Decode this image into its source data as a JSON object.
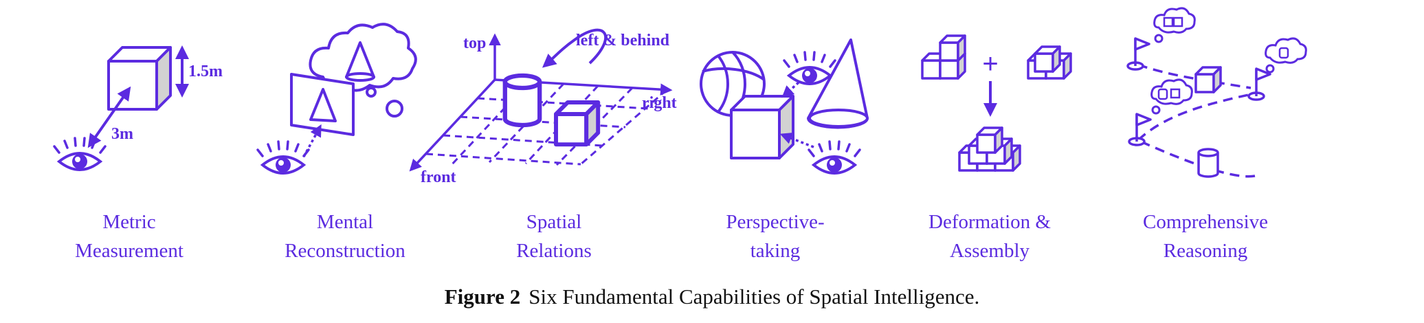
{
  "colors": {
    "accent": "#5b2be0",
    "face_shade": "#d2d2d2"
  },
  "panels": [
    {
      "caption_line1": "Metric",
      "caption_line2": "Measurement",
      "labels": [
        "1.5m",
        "3m"
      ]
    },
    {
      "caption_line1": "Mental",
      "caption_line2": "Reconstruction"
    },
    {
      "caption_line1": "Spatial",
      "caption_line2": "Relations",
      "labels": [
        "top",
        "left & behind",
        "right",
        "front"
      ]
    },
    {
      "caption_line1": "Perspective-",
      "caption_line2": "taking"
    },
    {
      "caption_line1": "Deformation &",
      "caption_line2": "Assembly",
      "labels": [
        "+"
      ]
    },
    {
      "caption_line1": "Comprehensive",
      "caption_line2": "Reasoning"
    }
  ],
  "figure_caption": {
    "label": "Figure 2",
    "text": "Six Fundamental Capabilities of Spatial Intelligence."
  }
}
